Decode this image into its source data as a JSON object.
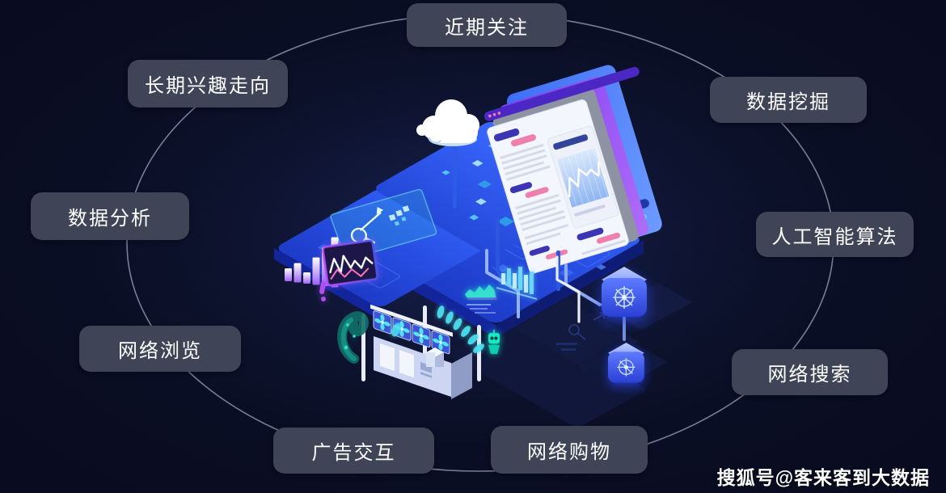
{
  "diagram": {
    "labels": [
      {
        "id": "recent-focus",
        "text": "近期关注"
      },
      {
        "id": "long-term-interest",
        "text": "长期兴趣走向"
      },
      {
        "id": "data-mining",
        "text": "数据挖掘"
      },
      {
        "id": "data-analysis",
        "text": "数据分析"
      },
      {
        "id": "ai-algorithm",
        "text": "人工智能算法"
      },
      {
        "id": "web-browsing",
        "text": "网络浏览"
      },
      {
        "id": "web-search",
        "text": "网络搜索"
      },
      {
        "id": "ad-interaction",
        "text": "广告交互"
      },
      {
        "id": "online-shopping",
        "text": "网络购物"
      }
    ],
    "watermark": "搜狐号@客来客到大数据",
    "colors": {
      "background": "#0a0e24",
      "pill_bg": "#3f4557",
      "pill_text": "#ffffff",
      "ring": "rgba(205,218,245,0.55)",
      "accent_blue": "#2e5be8",
      "accent_cyan": "#4de0f0",
      "accent_purple": "#8a4df0",
      "accent_teal": "#19e3c9",
      "accent_pink": "#ee7fae"
    },
    "illustration_icons": [
      "cloud-icon",
      "browser-windows-icon",
      "line-chart-icon",
      "bar-chart-icon",
      "waveform-screen-icon",
      "magnifier-icon",
      "server-rig-icon",
      "cube-node-icon",
      "robot-icon",
      "platform-icon",
      "connector-ring"
    ]
  }
}
